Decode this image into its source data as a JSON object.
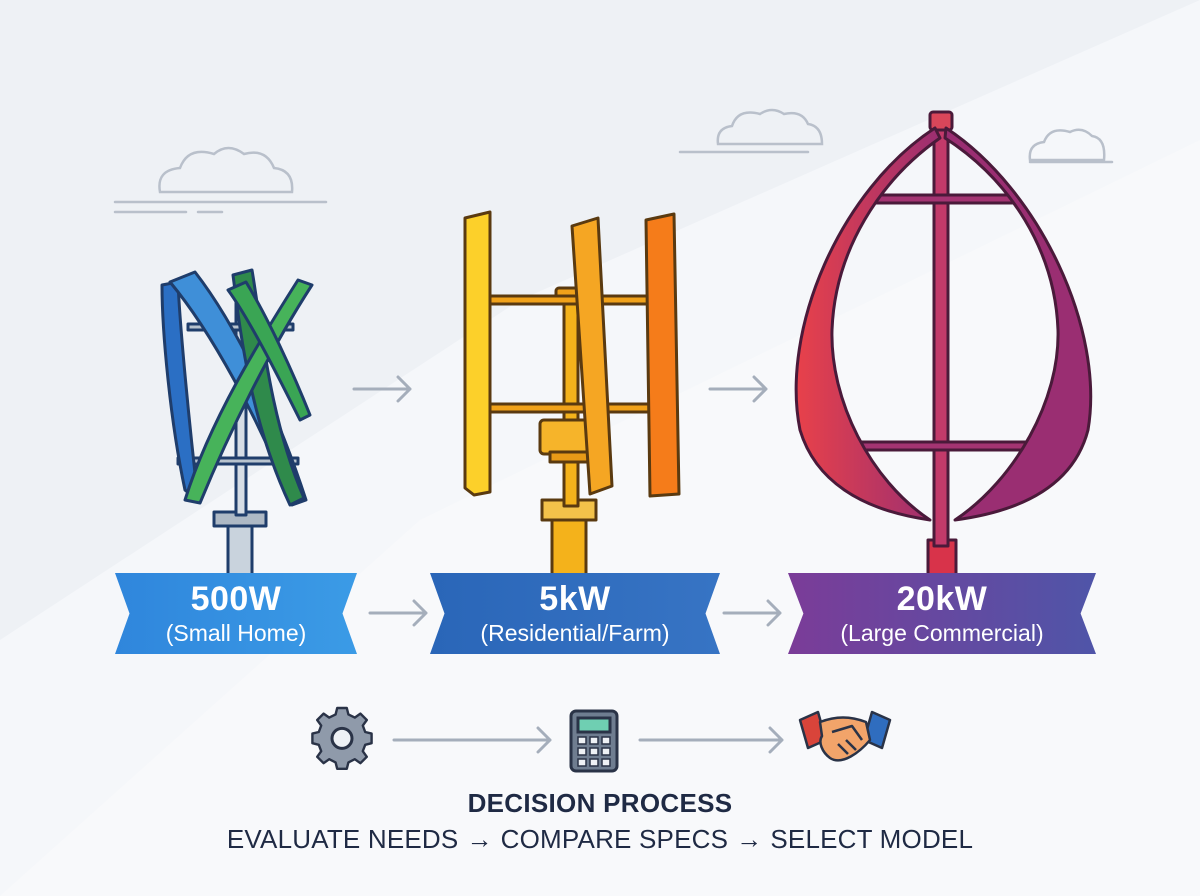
{
  "turbines": [
    {
      "power": "500W",
      "usage": "(Small Home)"
    },
    {
      "power": "5kW",
      "usage": "(Residential/Farm)"
    },
    {
      "power": "20kW",
      "usage": "(Large Commercial)"
    }
  ],
  "process": {
    "title": "DECISION PROCESS",
    "steps": [
      "EVALUATE NEEDS",
      "COMPARE SPECS",
      "SELECT MODEL"
    ],
    "separator": "→",
    "icons": [
      "gear-icon",
      "calculator-icon",
      "handshake-icon"
    ]
  },
  "colors": {
    "small_banner": "#3b8fe0",
    "residential_banner": "#2f6dbf",
    "commercial_banner": "#6a4aa0",
    "text_dark": "#1f2a44"
  }
}
